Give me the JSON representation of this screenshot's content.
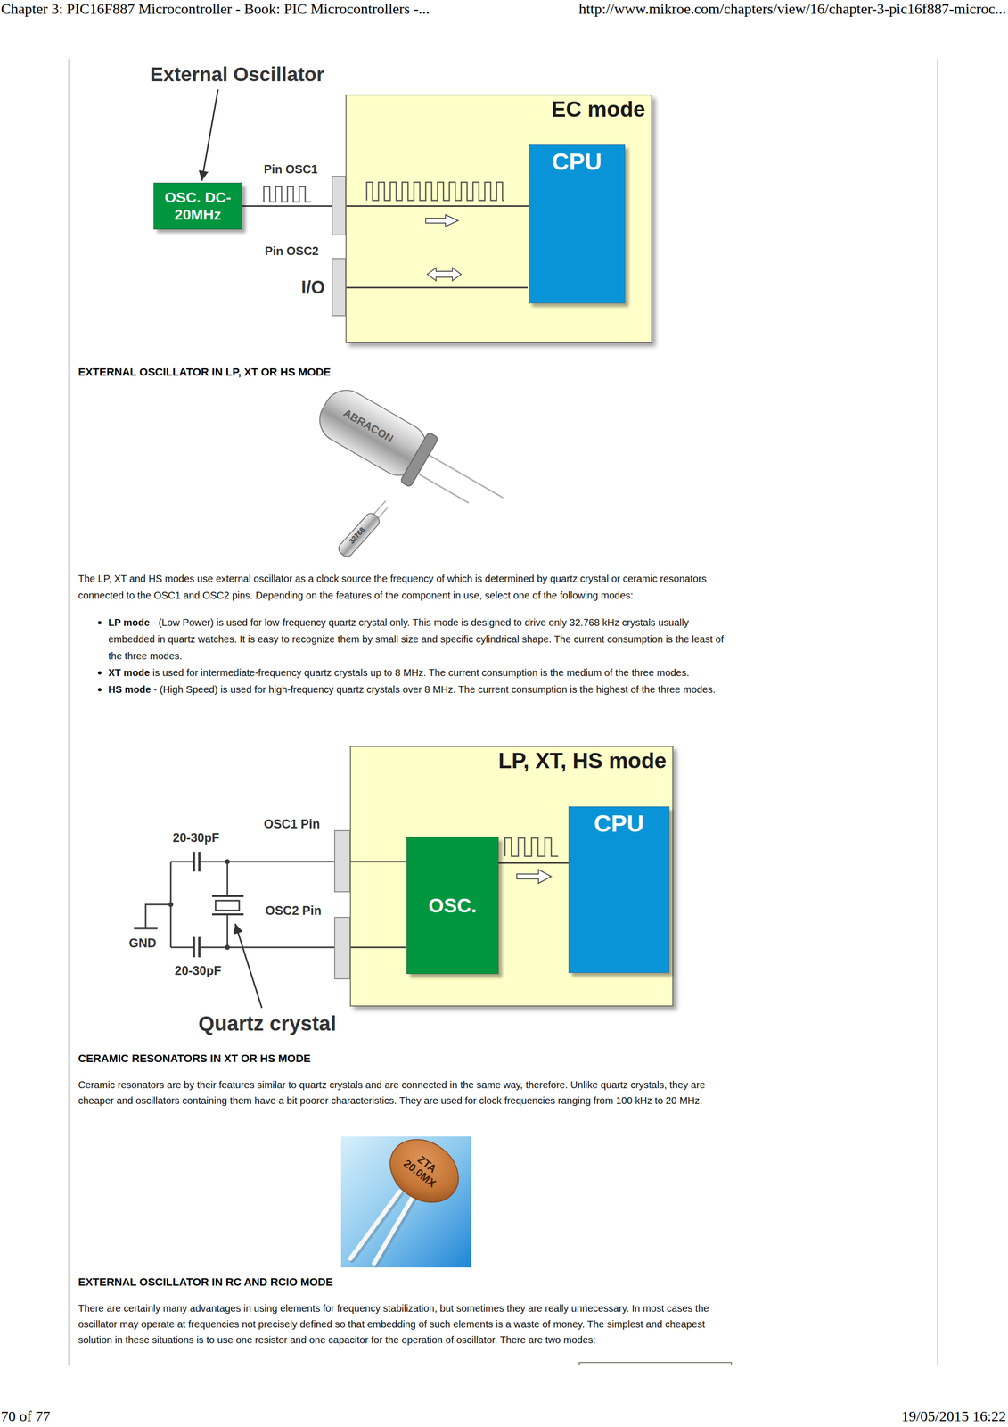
{
  "diagram": {
    "nodes": [
      {
        "text": [
          "EC mode"
        ]
      },
      {
        "text": [
          "CPU"
        ],
        "in": 0
      },
      {
        "text": [
          "OSC. DC-20MHz"
        ]
      },
      {
        "text": [
          "LP, XT, HS mode"
        ]
      },
      {
        "text": [
          "OSC."
        ],
        "in": 3
      },
      {
        "text": [
          "CPU"
        ],
        "in": 3
      }
    ],
    "edges": [
      {
        "from": 2,
        "to": 1,
        "arrow": "none"
      },
      {
        "from": 4,
        "to": 5,
        "arrow": "none"
      }
    ],
    "labels": [
      "Chapter 3: PIC16F887 Microcontroller - Book: PIC Microcontrollers -...",
      "http://www.mikroe.com/chapters/view/16/chapter-3-pic16f887-microc...",
      "External Oscillator",
      "Pin OSC1",
      "Pin OSC2",
      "I/O",
      "EXTERNAL OSCILLATOR IN LP, XT OR HS MODE",
      "ABRACON",
      "32768",
      "The LP, XT and HS modes use external oscillator as a clock source the frequency of which is determined by quartz crystal or ceramic resonators connected to the OSC1 and OSC2 pins. Depending on the features of the component in use, select one of the following modes:",
      "LP mode",
      "- (Low Power) is used for low-frequency quartz crystal only. This mode is designed to drive only 32.768 kHz crystals usually embedded in quartz watches. It is easy to recognize them by small size and specific cylindrical shape. The current consumption is the least of the three modes.",
      "XT mode",
      "is used for intermediate-frequency quartz crystals up to 8 MHz. The current consumption is the medium of the three modes.",
      "HS mode",
      "- (High Speed) is used for high-frequency quartz crystals over 8 MHz. The current consumption is the highest of the three modes.",
      "20-30pF",
      "OSC1 Pin",
      "OSC2 Pin",
      "GND",
      "20-30pF",
      "Quartz crystal",
      "CERAMIC RESONATORS IN XT OR HS MODE",
      "Ceramic resonators are by their features similar to quartz crystals and are connected in the same way, therefore. Unlike quartz crystals, they are cheaper and oscillators containing them have a bit poorer characteristics. They are used for clock frequencies ranging from 100 kHz to 20 MHz.",
      "ZTA 20.0MX",
      "EXTERNAL OSCILLATOR IN RC AND RCIO MODE",
      "There are certainly many advantages in using elements for frequency stabilization, but sometimes they are really unnecessary. In most cases the oscillator may operate at frequencies not precisely defined so that embedding of such elements is a waste of money. The simplest and cheapest solution in these situations is to use one resistor and one capacitor for the operation of oscillator. There are two modes:",
      "70 of 77",
      "19/05/2015 16:22"
    ]
  }
}
